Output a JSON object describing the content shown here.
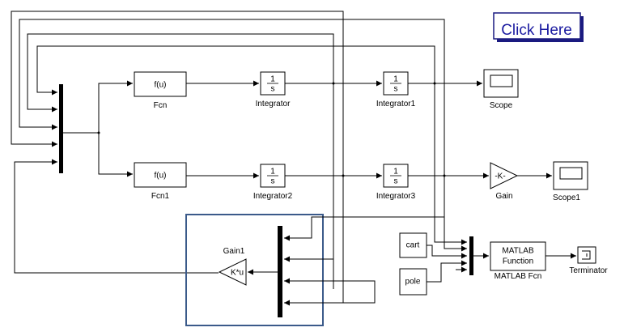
{
  "button": {
    "label": "Click Here"
  },
  "blocks": {
    "fcn": {
      "content": "f(u)",
      "label": "Fcn"
    },
    "fcn1": {
      "content": "f(u)",
      "label": "Fcn1"
    },
    "integrator": {
      "num": "1",
      "den": "s",
      "label": "Integrator"
    },
    "integrator1": {
      "num": "1",
      "den": "s",
      "label": "Integrator1"
    },
    "integrator2": {
      "num": "1",
      "den": "s",
      "label": "Integrator2"
    },
    "integrator3": {
      "num": "1",
      "den": "s",
      "label": "Integrator3"
    },
    "scope": {
      "label": "Scope"
    },
    "scope1": {
      "label": "Scope1"
    },
    "gain": {
      "content": "-K-",
      "label": "Gain"
    },
    "gain1": {
      "content": "K*u",
      "label": "Gain1"
    },
    "cart": {
      "content": "cart"
    },
    "pole": {
      "content": "pole"
    },
    "matlab_fcn": {
      "line1": "MATLAB",
      "line2": "Function",
      "label": "MATLAB Fcn"
    },
    "terminator": {
      "label": "Terminator"
    }
  },
  "colors": {
    "button_text": "#1a1aa0",
    "button_border": "#1a1a80",
    "highlight_box": "#3b5a8a"
  }
}
